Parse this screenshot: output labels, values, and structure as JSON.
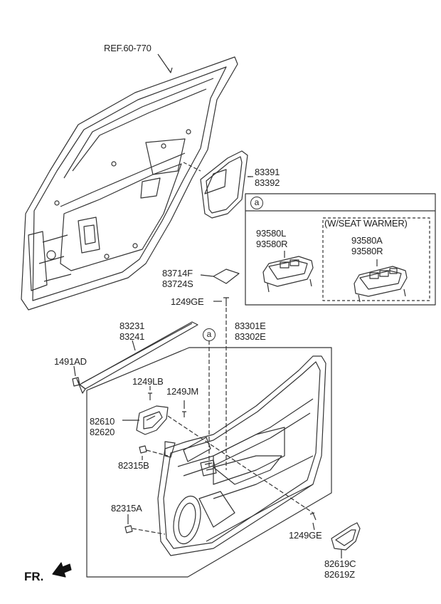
{
  "labels": {
    "ref": "REF.60-770",
    "p83391": "83391",
    "p83392": "83392",
    "p83714F": "83714F",
    "p83724S": "83724S",
    "p1249GE_top": "1249GE",
    "p83231": "83231",
    "p83241": "83241",
    "p83301E": "83301E",
    "p83302E": "83302E",
    "p1491AD": "1491AD",
    "p1249LB": "1249LB",
    "p1249JM": "1249JM",
    "p82610": "82610",
    "p82620": "82620",
    "p82315B": "82315B",
    "p82315A": "82315A",
    "p1249GE_bottom": "1249GE",
    "p82619C": "82619C",
    "p82619Z": "82619Z",
    "p93580L": "93580L",
    "p93580R_left": "93580R",
    "p93580A": "93580A",
    "p93580R_right": "93580R",
    "seat_warmer": "(W/SEAT WARMER)",
    "callout_a": "a",
    "front": "FR."
  }
}
